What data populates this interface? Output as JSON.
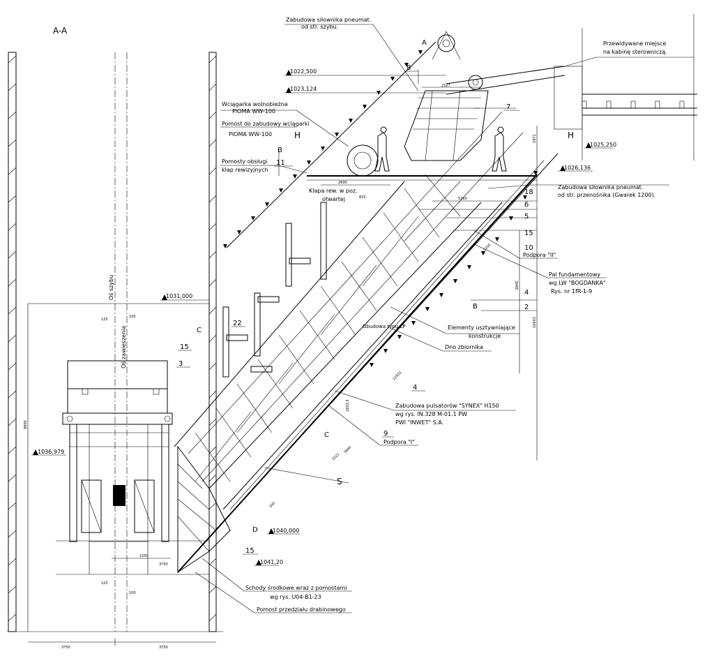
{
  "section_label": "A-A",
  "callouts": {
    "pneumatic_shaft": [
      "Zabudowa siłownika pneumat.",
      "od str. szybu."
    ],
    "control_cabin": [
      "Przewidywane miejsce",
      "na kabinę sterowniczą."
    ],
    "winch": [
      "Wciągarka wolnobieżna",
      "PIOMA WW-100"
    ],
    "winch_platform": [
      "Pomost do zabudowy wciągarki",
      "PIOMA WW-100"
    ],
    "service_platforms": [
      "Pomosty obsługi",
      "klap rewizyjnych"
    ],
    "inspection_flap": [
      "Klapa rew. w poz.",
      "otwartej"
    ],
    "pneumatic_conveyor": [
      "Zabudowa siłownika pneumat.",
      "od str. przenośnika (Gwarek 1200)."
    ],
    "support_ii": "Podpora \"II\"",
    "foundation_pile": [
      "Pal fundamentowy",
      "wg LW \"BOGDANKA\"",
      "Rys. nr 1fR-1-9"
    ],
    "stiffening": [
      "Elementy usztywniające",
      "konstrukcje"
    ],
    "tank_bottom": "Dno zbiornika",
    "pulsators": [
      "Zabudowa pulsatorów \"SYNEX\" H150",
      "wg rys. IN.328 M-01.1 PW",
      "PWI \"INWET\" S.A."
    ],
    "support_i": "Podpora \"I\"",
    "stairs": [
      "Schody środkowe wraz z pomostami",
      "wg rys. U04-B1-23"
    ],
    "ladder_platform": "Pomost przedziału drabinowego",
    "shaft_axis": "Oś szybu",
    "suspension_axis": "Oś zawieszenia",
    "cladding": "Obudowa typu ŁP"
  },
  "levels": [
    "1022,500",
    "1023,124",
    "1025,250",
    "1026,136",
    "1031,000",
    "1036,979",
    "1040,000",
    "1041,20"
  ],
  "item_numbers": [
    "8",
    "7",
    "11",
    "18",
    "6",
    "5",
    "15",
    "10",
    "4",
    "2",
    "22",
    "15",
    "3",
    "4",
    "9",
    "15"
  ],
  "section_markers": [
    "A",
    "H",
    "H",
    "B",
    "B",
    "C",
    "C",
    "D",
    "S"
  ],
  "dimensions": [
    "2600",
    "2327",
    "3750",
    "3750",
    "2250",
    "3750",
    "125",
    "100",
    "125",
    "100",
    "9800",
    "10643",
    "6945",
    "12931",
    "2200",
    "5260",
    "1833,5",
    "3860",
    "3321",
    "300",
    "1971",
    "825"
  ]
}
